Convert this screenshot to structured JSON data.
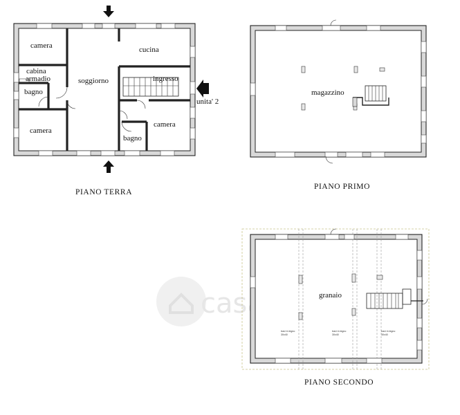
{
  "floors": {
    "terra": {
      "caption": "PIANO  TERRA",
      "rooms": {
        "camera_top": "camera",
        "cabina": "cabina",
        "armadio": "armadio",
        "bagno_left": "bagno",
        "camera_bottom": "camera",
        "soggiorno": "soggiorno",
        "cucina": "cucina",
        "ingresso": "ingresso",
        "camera_right": "camera",
        "bagno_right": "bagno"
      },
      "unit_label": "unita' 2"
    },
    "primo": {
      "caption": "PIANO  PRIMO",
      "rooms": {
        "magazzino": "magazzino"
      }
    },
    "secondo": {
      "caption": "PIANO  SECONDO",
      "rooms": {
        "granaio": "granaio"
      },
      "beam_notes": [
        "travi in legno",
        "travi in legno",
        "travi in legno"
      ],
      "beam_sizes": [
        "30x40",
        "30x40",
        "30x40"
      ]
    }
  },
  "watermark": {
    "brand": "casa.it"
  },
  "colors": {
    "wall": "#d9d9d9",
    "line": "#222222",
    "text": "#111111"
  }
}
